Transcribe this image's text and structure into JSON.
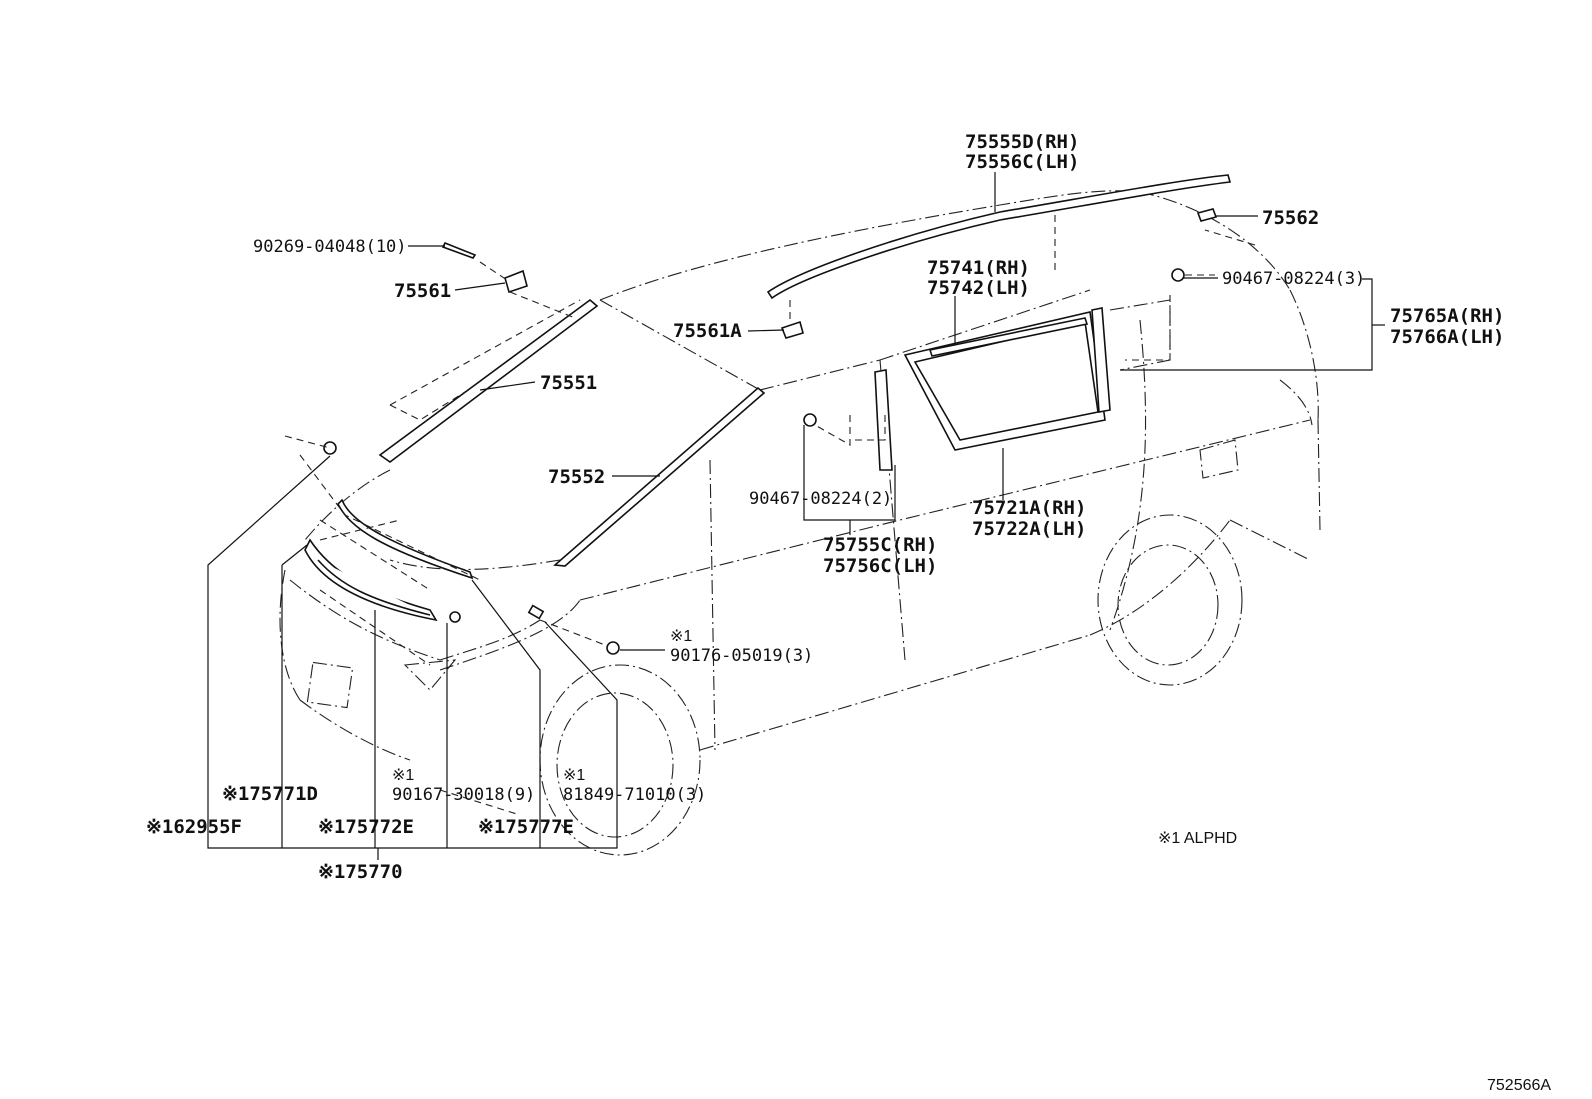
{
  "labels": {
    "p75555D": "75555D(RH)",
    "p75556C": "75556C(LH)",
    "p75562": "75562",
    "p90467_rear": "90467-08224(3)",
    "p75765A": "75765A(RH)",
    "p75766A": "75766A(LH)",
    "p75741": "75741(RH)",
    "p75742": "75742(LH)",
    "p90269": "90269-04048(10)",
    "p75561": "75561",
    "p75561A": "75561A",
    "p75551": "75551",
    "p75552": "75552",
    "p90467_mid": "90467-08224(2)",
    "p75755C": "75755C(RH)",
    "p75756C": "75756C(LH)",
    "p75721A": "75721A(RH)",
    "p75722A": "75722A(LH)",
    "p90176_note": "※1",
    "p90176": "90176-05019(3)",
    "p90167_note": "※1",
    "p90167": "90167-30018(9)",
    "p81849_note": "※1",
    "p81849": "81849-71010(3)",
    "p75771D": "※175771D",
    "p62955F": "※162955F",
    "p75772E": "※175772E",
    "p75777E": "※175777E",
    "p75770": "※175770",
    "note_alphd": "※1 ALPHD",
    "diagram_id": "752566A"
  }
}
